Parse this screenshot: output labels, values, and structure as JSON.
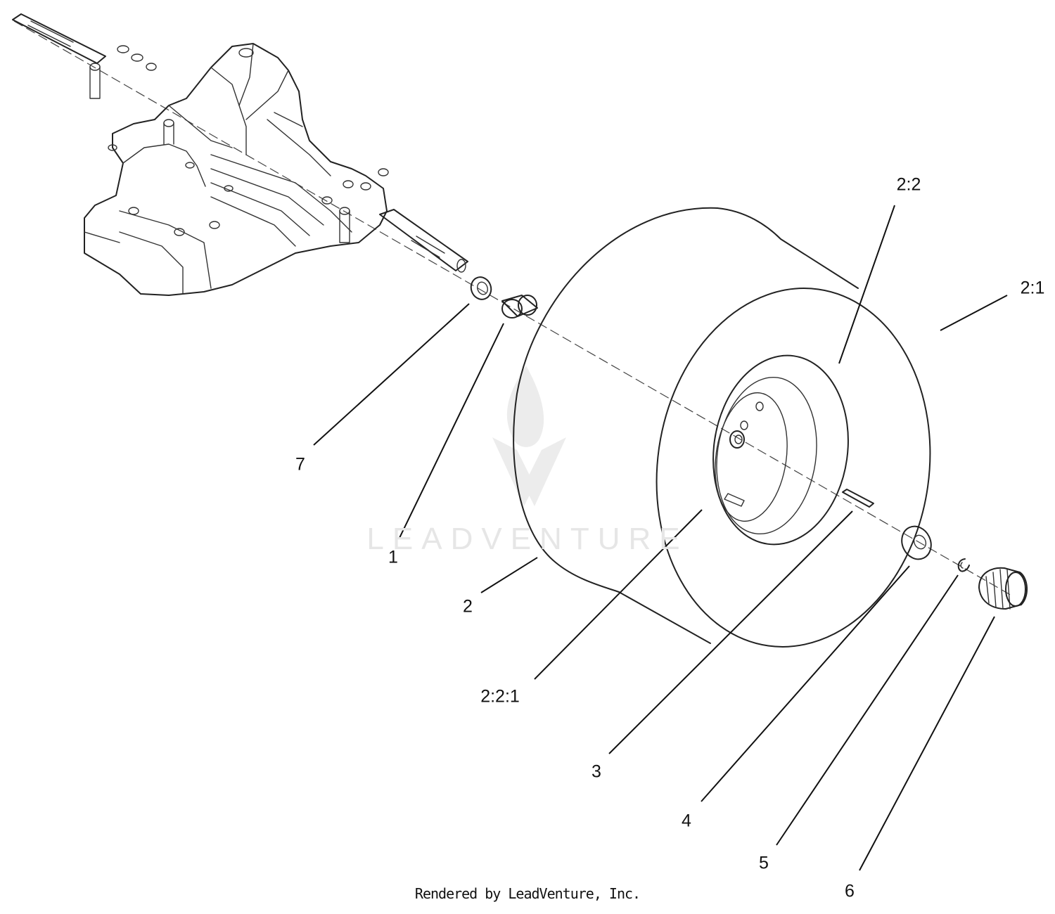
{
  "diagram": {
    "callouts": {
      "c1": "1",
      "c2": "2",
      "c2_1": "2:1",
      "c2_2": "2:2",
      "c2_2_1": "2:2:1",
      "c3": "3",
      "c4": "4",
      "c5": "5",
      "c6": "6",
      "c7": "7"
    },
    "watermark": "LEADVENTURE",
    "footer": "Rendered by LeadVenture, Inc."
  }
}
